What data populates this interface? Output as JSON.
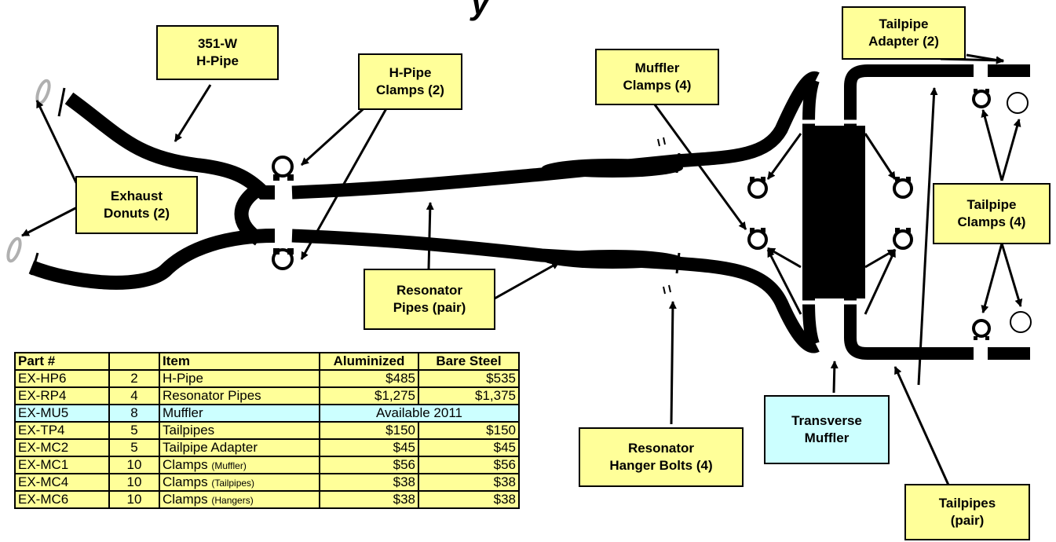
{
  "title_fragment": "y",
  "colors": {
    "callout": "#ffff99",
    "callout_blue": "#ccffff",
    "pipe": "#000000",
    "donut": "#b0b0b0"
  },
  "labels": {
    "h_pipe": [
      "351-W",
      "H-Pipe"
    ],
    "h_pipe_clamps": [
      "H-Pipe",
      "Clamps (2)"
    ],
    "muffler_clamps": [
      "Muffler",
      "Clamps (4)"
    ],
    "tailpipe_adapter": [
      "Tailpipe",
      "Adapter (2)"
    ],
    "exhaust_donuts": [
      "Exhaust",
      "Donuts (2)"
    ],
    "tailpipe_clamps": [
      "Tailpipe",
      "Clamps (4)"
    ],
    "resonator_pipes": [
      "Resonator",
      "Pipes (pair)"
    ],
    "resonator_hanger_bolts": [
      "Resonator",
      "Hanger Bolts (4)"
    ],
    "transverse_muffler": [
      "Transverse",
      "Muffler"
    ],
    "tailpipes": [
      "Tailpipes",
      "(pair)"
    ]
  },
  "table": {
    "headers": [
      "Part #",
      "",
      "Item",
      "Aluminized",
      "Bare Steel"
    ],
    "rows": [
      {
        "part": "EX-HP6",
        "qty": "2",
        "item": "H-Pipe",
        "item_note": "",
        "aluminized": "$485",
        "bare": "$535"
      },
      {
        "part": "EX-RP4",
        "qty": "4",
        "item": "Resonator Pipes",
        "item_note": "",
        "aluminized": "$1,275",
        "bare": "$1,375"
      },
      {
        "part": "EX-MU5",
        "qty": "8",
        "item": "Muffler",
        "item_note": "",
        "span": "Available 2011"
      },
      {
        "part": "EX-TP4",
        "qty": "5",
        "item": "Tailpipes",
        "item_note": "",
        "aluminized": "$150",
        "bare": "$150"
      },
      {
        "part": "EX-MC2",
        "qty": "5",
        "item": "Tailpipe Adapter",
        "item_note": "",
        "aluminized": "$45",
        "bare": "$45"
      },
      {
        "part": "EX-MC1",
        "qty": "10",
        "item": "Clamps ",
        "item_note": "(Muffler)",
        "aluminized": "$56",
        "bare": "$56"
      },
      {
        "part": "EX-MC4",
        "qty": "10",
        "item": "Clamps ",
        "item_note": "(Tailpipes)",
        "aluminized": "$38",
        "bare": "$38"
      },
      {
        "part": "EX-MC6",
        "qty": "10",
        "item": "Clamps ",
        "item_note": "(Hangers)",
        "aluminized": "$38",
        "bare": "$38"
      }
    ]
  }
}
